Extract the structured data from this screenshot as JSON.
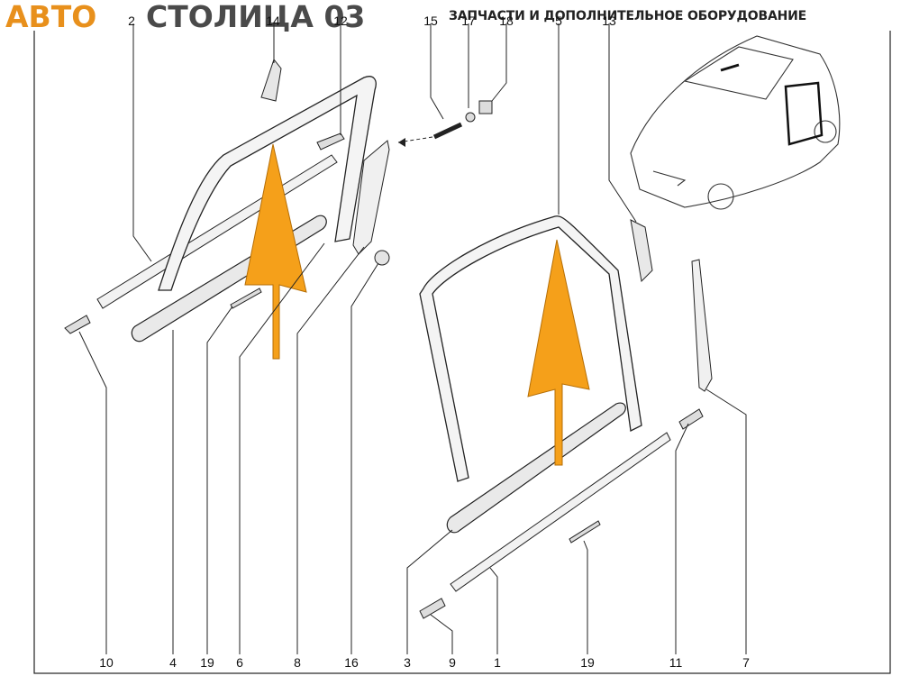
{
  "header": {
    "brand_part1": "АВТО",
    "brand_part2": "СТОЛИЦА 03",
    "tagline": "ЗАПЧАСТИ И ДОПОЛНИТЕЛЬНОЕ ОБОРУДОВАНИЕ",
    "brand_color": "#e8901c",
    "brand_color2": "#4a4a4a"
  },
  "callouts_top": [
    "2",
    "14",
    "12",
    "15",
    "17",
    "18",
    "5",
    "13"
  ],
  "callouts_bottom": [
    "10",
    "4",
    "19",
    "6",
    "8",
    "16",
    "3",
    "9",
    "1",
    "19",
    "11",
    "7"
  ],
  "arrow_color": "#f5a01a"
}
